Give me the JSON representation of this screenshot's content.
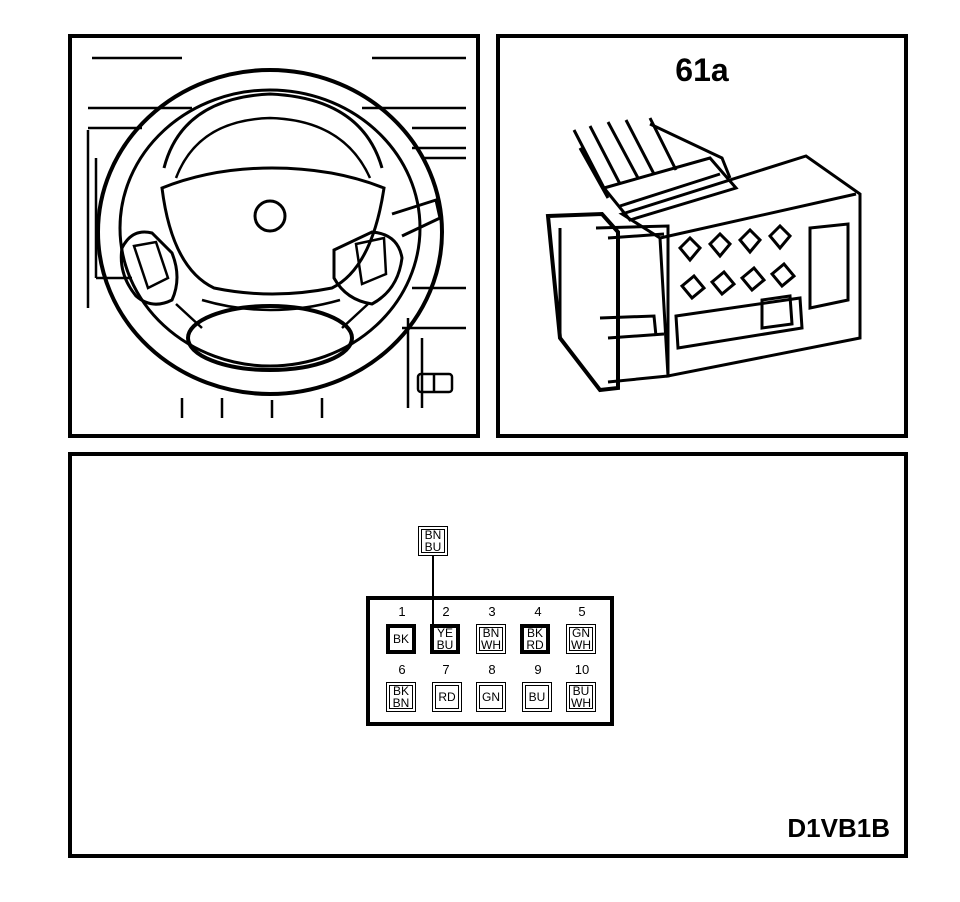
{
  "connector_label": "61a",
  "diagram_code": "D1VB1B",
  "wire_tag": {
    "line1": "BN",
    "line2": "BU"
  },
  "pins_top": [
    {
      "num": "1",
      "line1": "BK",
      "line2": ""
    },
    {
      "num": "2",
      "line1": "YE",
      "line2": "BU"
    },
    {
      "num": "3",
      "line1": "BN",
      "line2": "WH"
    },
    {
      "num": "4",
      "line1": "BK",
      "line2": "RD"
    },
    {
      "num": "5",
      "line1": "GN",
      "line2": "WH"
    }
  ],
  "pins_bottom": [
    {
      "num": "6",
      "line1": "BK",
      "line2": "BN"
    },
    {
      "num": "7",
      "line1": "RD",
      "line2": ""
    },
    {
      "num": "8",
      "line1": "GN",
      "line2": ""
    },
    {
      "num": "9",
      "line1": "BU",
      "line2": ""
    },
    {
      "num": "10",
      "line1": "BU",
      "line2": "WH"
    }
  ]
}
